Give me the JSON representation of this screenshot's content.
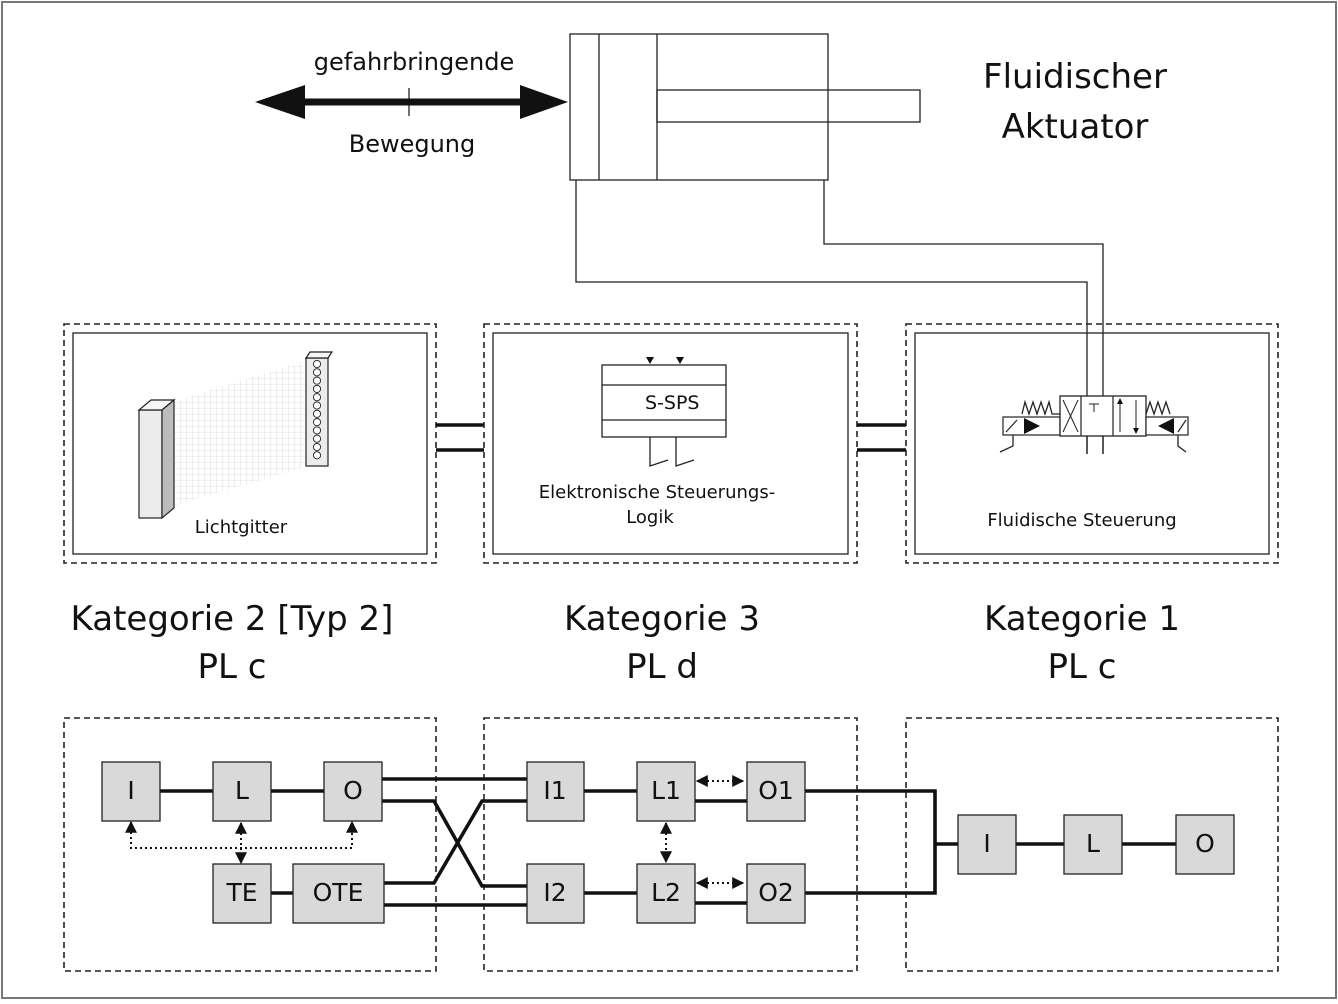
{
  "actuator": {
    "title_line1": "Fluidischer",
    "title_line2": "Aktuator",
    "motion_line1": "gefahrbringende",
    "motion_line2": "Bewegung"
  },
  "devices": {
    "light_curtain": "Lichtgitter",
    "plc_label": "S-SPS",
    "logic_line1": "Elektronische Steuerungs-",
    "logic_line2": "Logik",
    "fluid_control": "Fluidische Steuerung"
  },
  "categories": [
    {
      "line1": "Kategorie 2 [Typ 2]",
      "line2": "PL c"
    },
    {
      "line1": "Kategorie 3",
      "line2": "PL d"
    },
    {
      "line1": "Kategorie 1",
      "line2": "PL c"
    }
  ],
  "blocks": {
    "cat2": {
      "input": "I",
      "logic": "L",
      "output": "O",
      "test": "TE",
      "test_output": "OTE"
    },
    "cat3": {
      "input1": "I1",
      "logic1": "L1",
      "output1": "O1",
      "input2": "I2",
      "logic2": "L2",
      "output2": "O2"
    },
    "cat1": {
      "input": "I",
      "logic": "L",
      "output": "O"
    }
  }
}
